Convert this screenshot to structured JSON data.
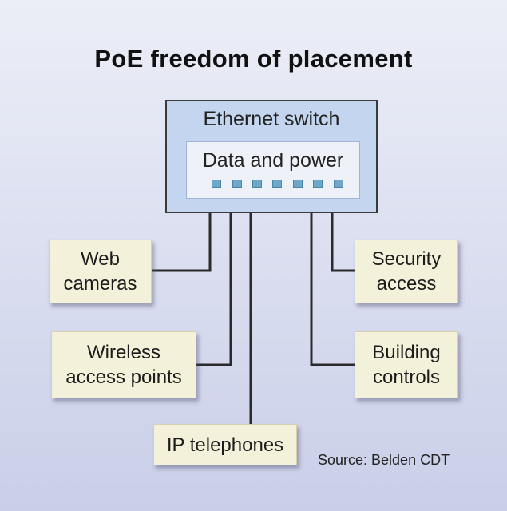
{
  "title": "PoE freedom of placement",
  "switch": {
    "label": "Ethernet switch",
    "inner_label": "Data and power",
    "port_count": 7
  },
  "devices": [
    {
      "id": "web-cameras",
      "lines": [
        "Web",
        "cameras"
      ]
    },
    {
      "id": "wireless-access-points",
      "lines": [
        "Wireless",
        "access points"
      ]
    },
    {
      "id": "ip-telephones",
      "lines": [
        "IP telephones"
      ]
    },
    {
      "id": "security-access",
      "lines": [
        "Security",
        "access"
      ]
    },
    {
      "id": "building-controls",
      "lines": [
        "Building",
        "controls"
      ]
    }
  ],
  "source": "Source: Belden CDT",
  "colors": {
    "switch_fill": "#c3d5ef",
    "device_fill": "#f3f1d9",
    "port_fill": "#6fa7c9",
    "wire": "#2a2a2a"
  }
}
